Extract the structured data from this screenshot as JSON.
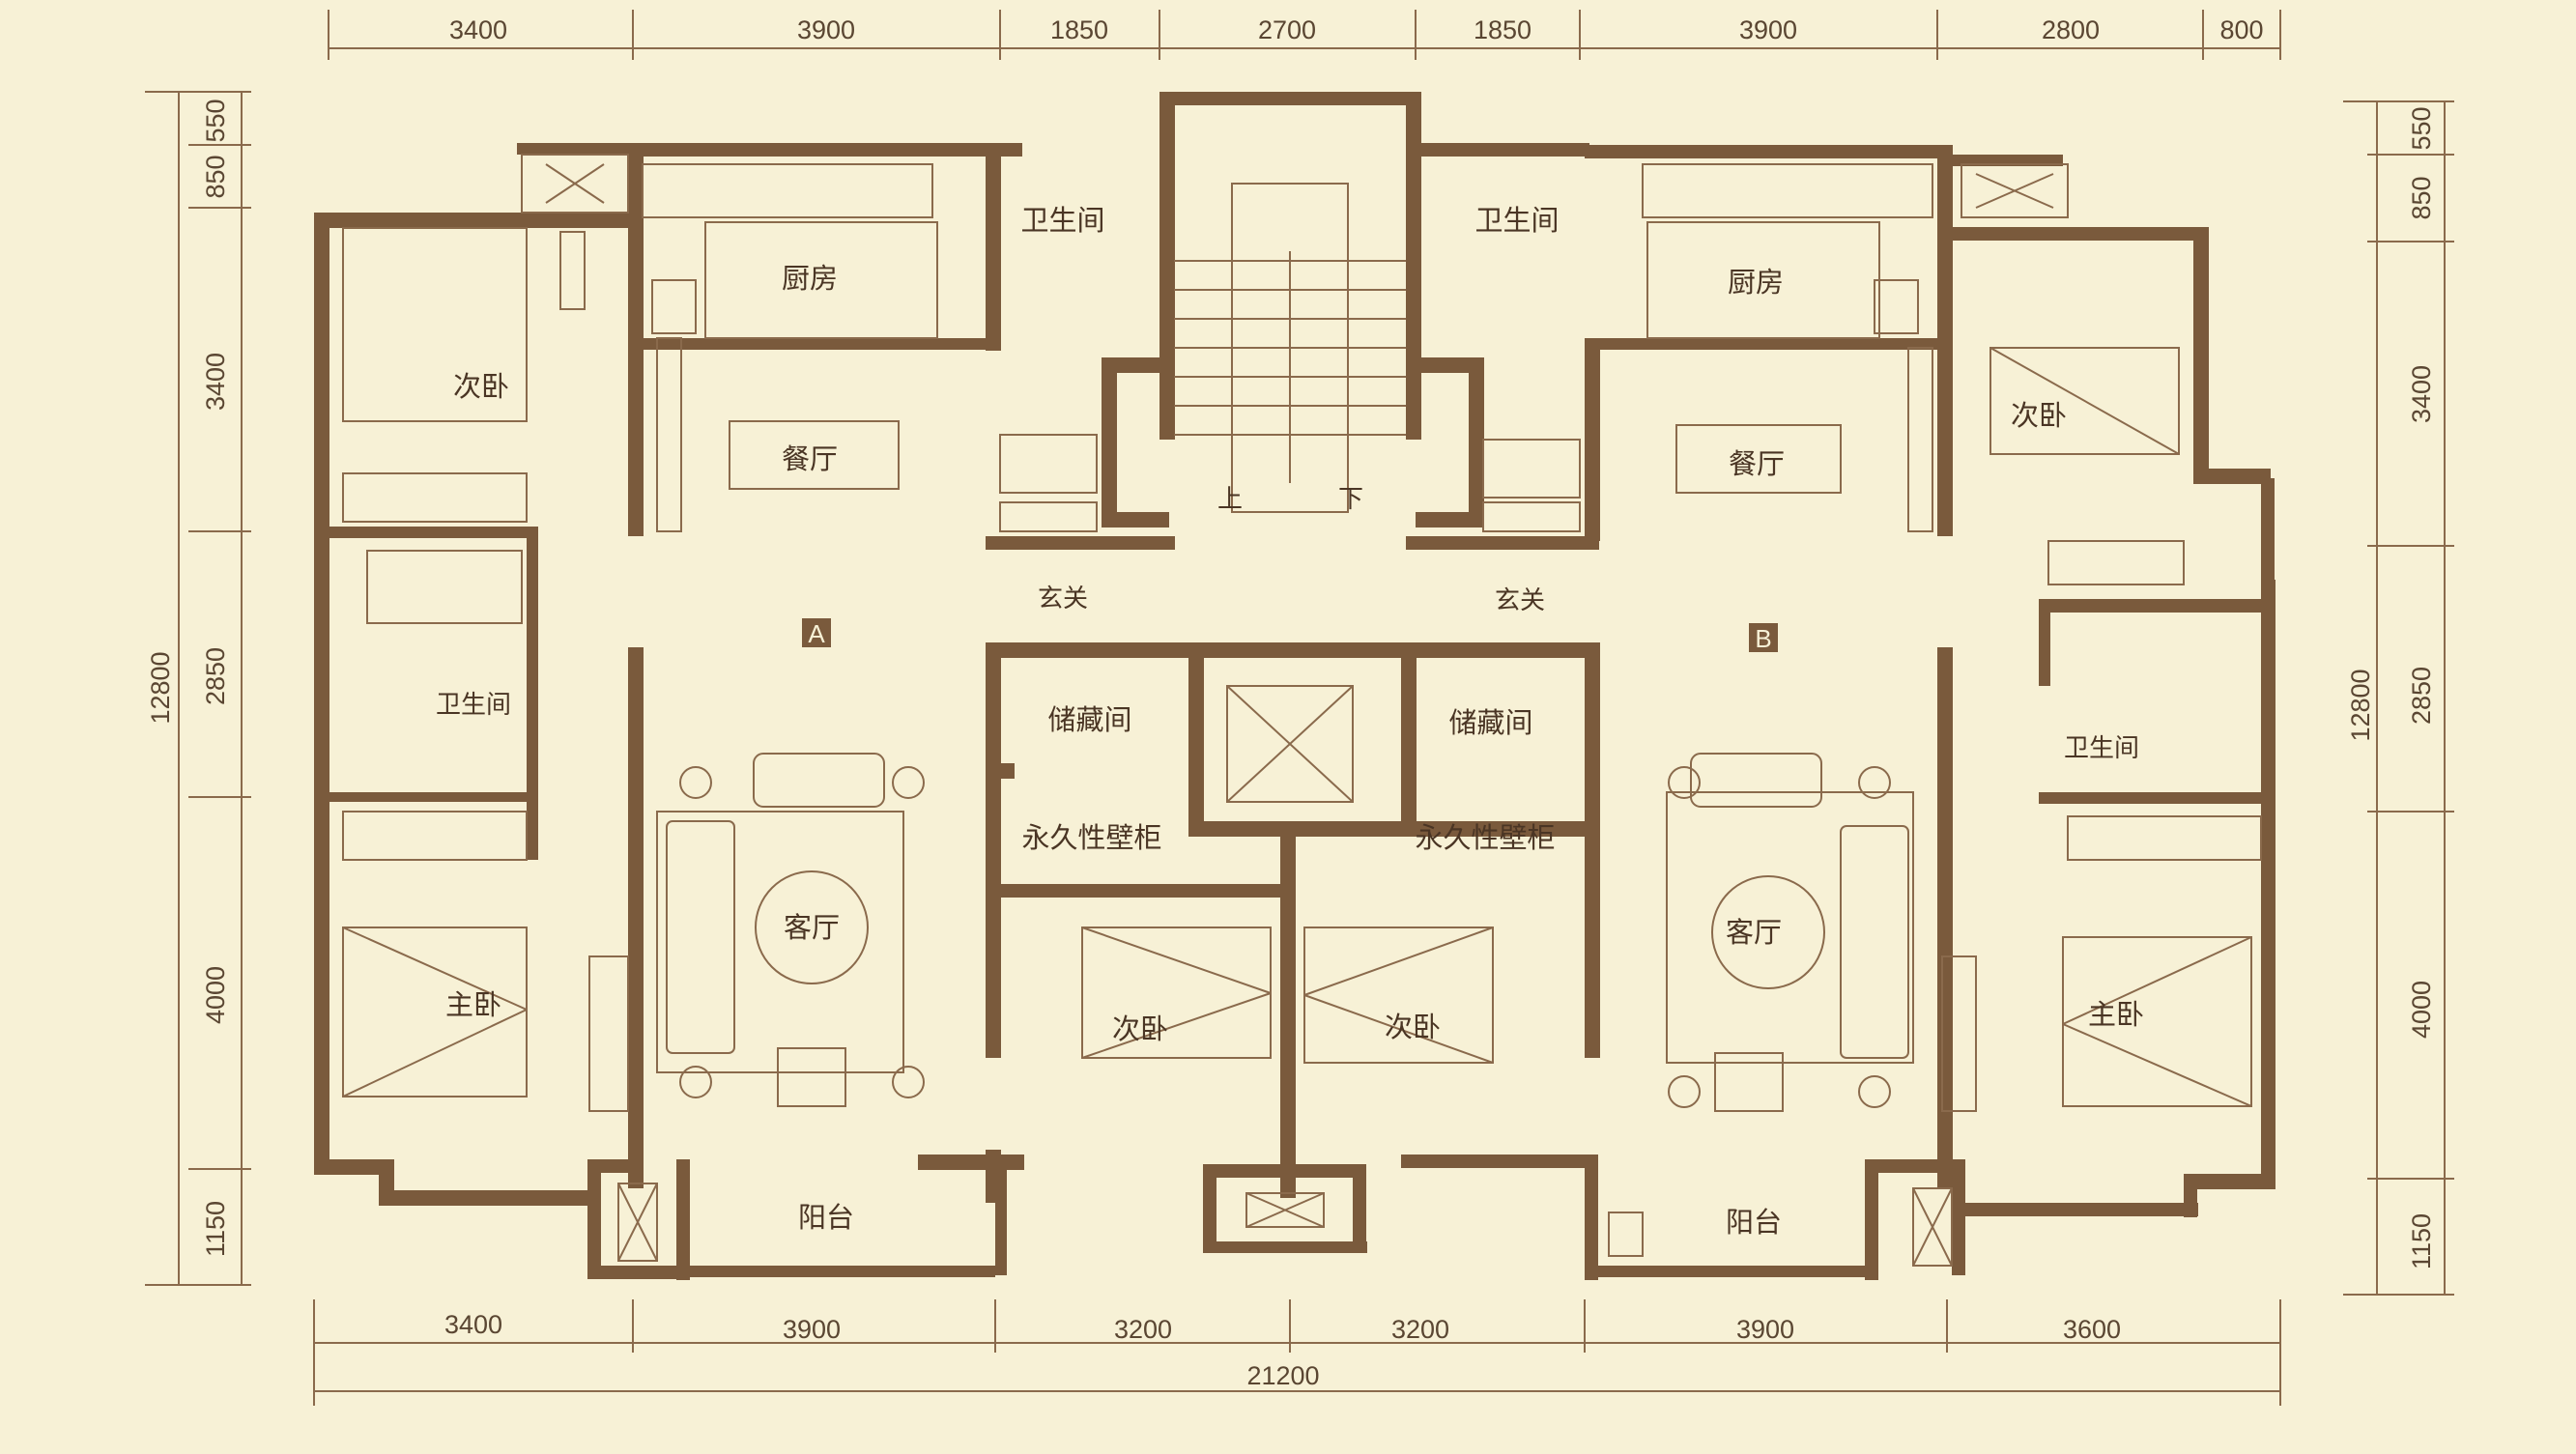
{
  "colors": {
    "background": "#f7f1d6",
    "wall": "#7a5a3c",
    "line": "#8a6a4c",
    "text": "#4a3524"
  },
  "dimensions": {
    "top": [
      "3400",
      "3900",
      "1850",
      "2700",
      "1850",
      "3900",
      "2800",
      "800"
    ],
    "bottom": [
      "3400",
      "3900",
      "3200",
      "3200",
      "3900",
      "3600"
    ],
    "total": "21200",
    "left": [
      "550",
      "850",
      "3400",
      "2850",
      "4000",
      "1150"
    ],
    "left_total": "12800",
    "right": [
      "550",
      "850",
      "3400",
      "2850",
      "4000",
      "1150"
    ],
    "right_total": "12800"
  },
  "units": {
    "A": {
      "marker": "A",
      "rooms": {
        "bedroom_2": "次卧",
        "kitchen": "厨房",
        "bathroom_1": "卫生间",
        "dining": "餐厅",
        "foyer": "玄关",
        "bathroom_2": "卫生间",
        "storage": "储藏间",
        "wardrobe": "永久性壁柜",
        "living": "客厅",
        "master": "主卧",
        "bedroom_3": "次卧",
        "balcony": "阳台"
      }
    },
    "B": {
      "marker": "B",
      "rooms": {
        "bedroom_2": "次卧",
        "kitchen": "厨房",
        "bathroom_1": "卫生间",
        "dining": "餐厅",
        "foyer": "玄关",
        "bathroom_2": "卫生间",
        "storage": "储藏间",
        "wardrobe": "永久性壁柜",
        "living": "客厅",
        "master": "主卧",
        "bedroom_3": "次卧",
        "balcony": "阳台"
      }
    }
  },
  "stairs": {
    "up": "上",
    "down": "下"
  }
}
